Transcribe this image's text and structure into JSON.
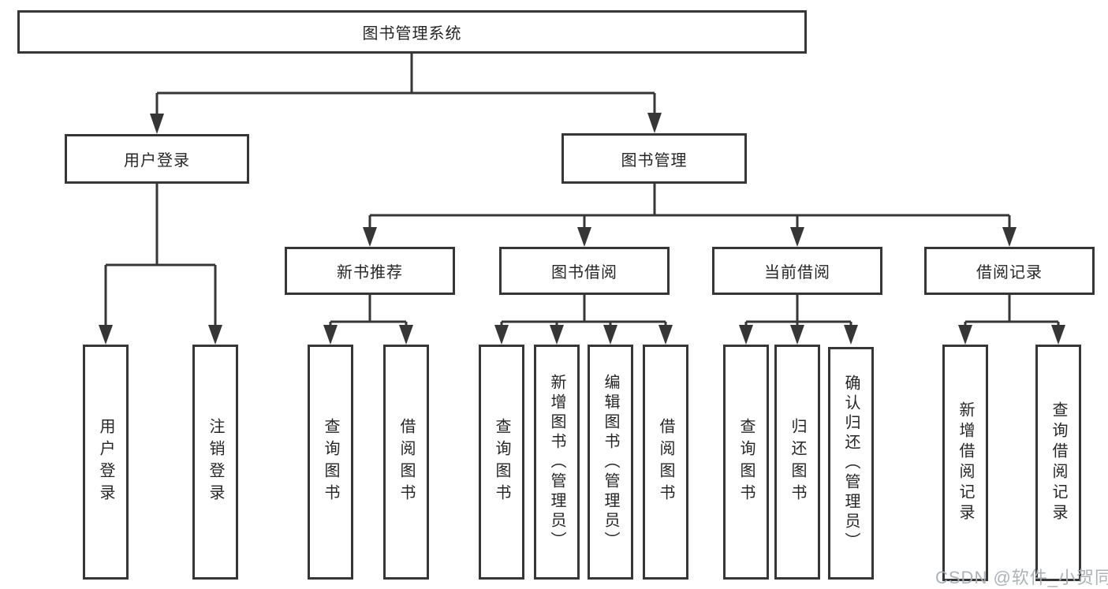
{
  "diagram": {
    "root": {
      "label": "图书管理系统"
    },
    "branches": [
      {
        "label": "用户登录",
        "children": [
          {
            "label": "用户登录"
          },
          {
            "label": "注销登录"
          }
        ]
      },
      {
        "label": "图书管理",
        "children": [
          {
            "label": "新书推荐",
            "children": [
              {
                "label": "查询图书"
              },
              {
                "label": "借阅图书"
              }
            ]
          },
          {
            "label": "图书借阅",
            "children": [
              {
                "label": "查询图书"
              },
              {
                "label": "新增图书（管理员）"
              },
              {
                "label": "编辑图书（管理员）"
              },
              {
                "label": "借阅图书"
              }
            ]
          },
          {
            "label": "当前借阅",
            "children": [
              {
                "label": "查询图书"
              },
              {
                "label": "归还图书"
              },
              {
                "label": "确认归还（管理员）"
              }
            ]
          },
          {
            "label": "借阅记录",
            "children": [
              {
                "label": "新增借阅记录"
              },
              {
                "label": "查询借阅记录"
              }
            ]
          }
        ]
      }
    ]
  },
  "watermark": {
    "text": "CSDN @软件_小贺同学"
  },
  "colors": {
    "line": "#363636",
    "text": "#262626",
    "background": "#ffffff",
    "watermark": "#a8aeb4"
  }
}
